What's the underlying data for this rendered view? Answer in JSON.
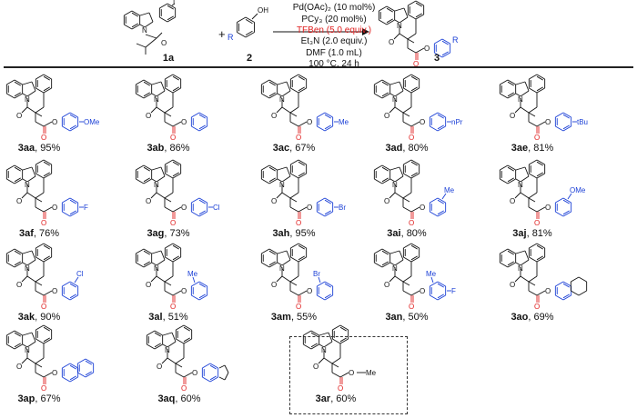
{
  "scheme": {
    "reactant1_label": "1a",
    "reactant2_label": "2",
    "product_label": "3",
    "plus": "+",
    "conditions": [
      "Pd(OAc)₂ (10 mol%)",
      "PCy₃ (20 mol%)",
      "TFBen (5.0 equiv.)",
      "Et₃N (2.0 equiv.)",
      "DMF (1.0 mL)",
      "100 °C, 24 h"
    ],
    "highlight_condition_index": 2
  },
  "colors": {
    "aryl": "#1a3fd6",
    "carbonyl": "#e02020",
    "bond": "#111111"
  },
  "products": [
    {
      "id": "3aa",
      "yield": "95%",
      "substituent": "OMe"
    },
    {
      "id": "3ab",
      "yield": "86%",
      "substituent": ""
    },
    {
      "id": "3ac",
      "yield": "67%",
      "substituent": "Me"
    },
    {
      "id": "3ad",
      "yield": "80%",
      "substituent": "nPr"
    },
    {
      "id": "3ae",
      "yield": "81%",
      "substituent": "tBu"
    },
    {
      "id": "3af",
      "yield": "76%",
      "substituent": "F"
    },
    {
      "id": "3ag",
      "yield": "73%",
      "substituent": "Cl"
    },
    {
      "id": "3ah",
      "yield": "95%",
      "substituent": "Br"
    },
    {
      "id": "3ai",
      "yield": "80%",
      "substituent": "Me"
    },
    {
      "id": "3aj",
      "yield": "81%",
      "substituent": "OMe"
    },
    {
      "id": "3ak",
      "yield": "90%",
      "substituent": "Cl"
    },
    {
      "id": "3al",
      "yield": "51%",
      "substituent": "Me"
    },
    {
      "id": "3am",
      "yield": "55%",
      "substituent": "Br"
    },
    {
      "id": "3an",
      "yield": "50%",
      "substituent": "Me, F"
    },
    {
      "id": "3ao",
      "yield": "69%",
      "substituent": ""
    },
    {
      "id": "3ap",
      "yield": "67%",
      "substituent": ""
    },
    {
      "id": "3aq",
      "yield": "60%",
      "substituent": ""
    },
    {
      "id": "3ar",
      "yield": "60%",
      "substituent": "Me"
    }
  ]
}
